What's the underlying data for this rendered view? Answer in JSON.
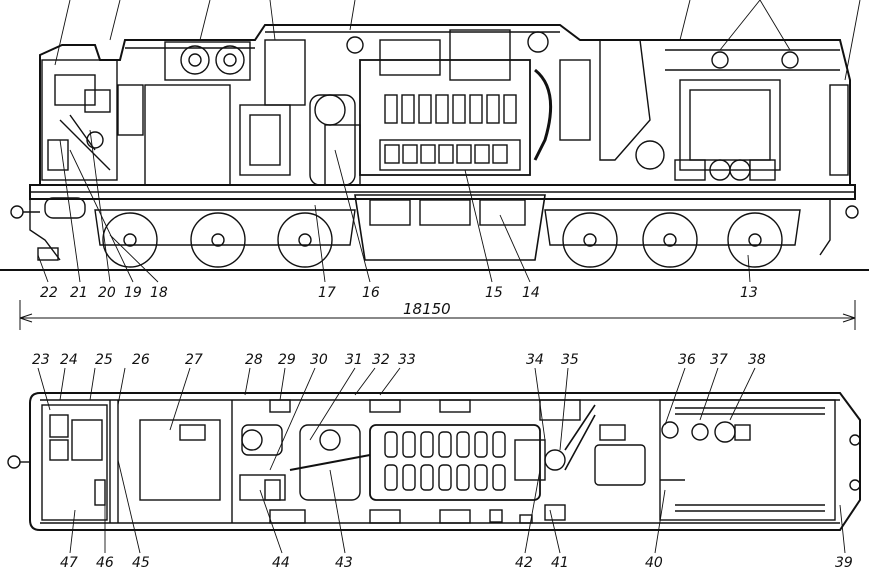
{
  "diagram": {
    "side_view_labels": [
      "22",
      "21",
      "20",
      "19",
      "18",
      "17",
      "16",
      "15",
      "14",
      "13"
    ],
    "overall_length": "18150",
    "plan_top_labels": [
      "23",
      "24",
      "25",
      "26",
      "27",
      "28",
      "29",
      "30",
      "31",
      "32",
      "33",
      "34",
      "35",
      "36",
      "37",
      "38"
    ],
    "plan_bottom_labels": [
      "47",
      "46",
      "45",
      "44",
      "43",
      "42",
      "41",
      "40",
      "39"
    ]
  }
}
